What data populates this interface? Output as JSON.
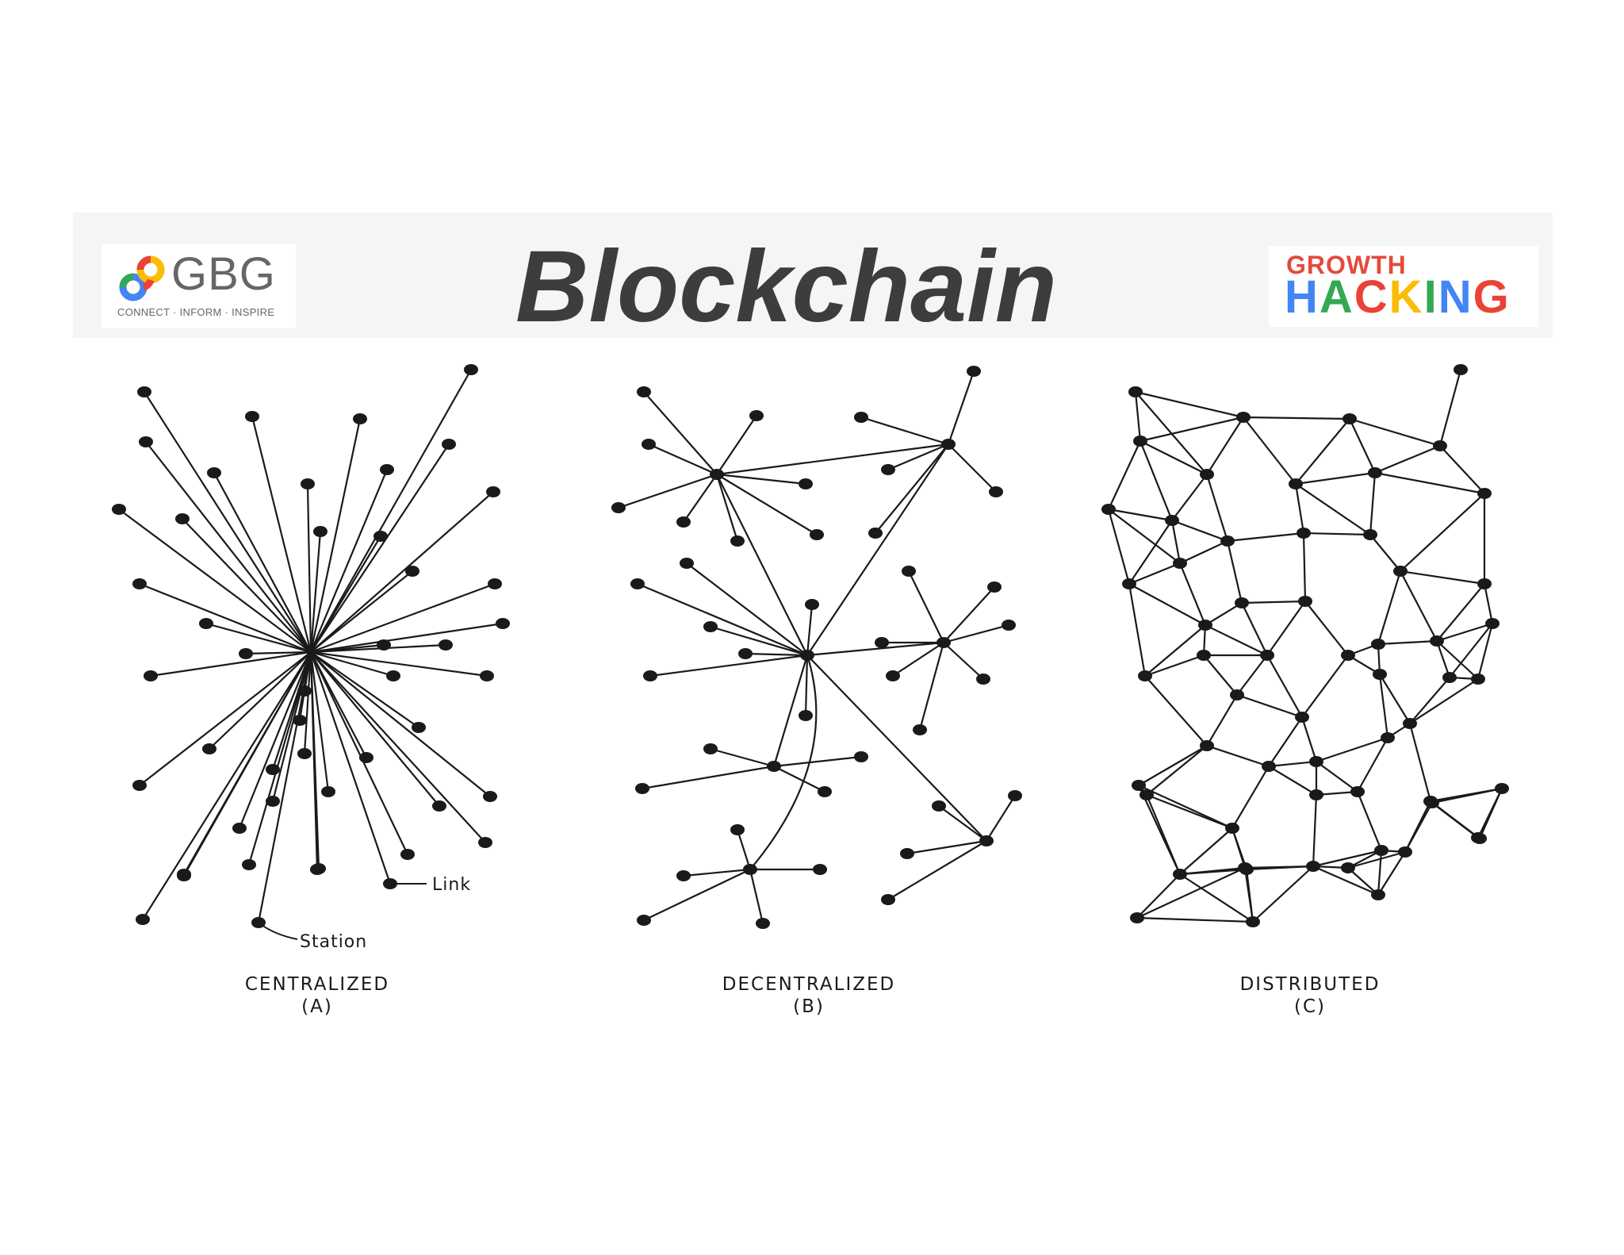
{
  "title": "Blockchain",
  "logos": {
    "gbg": {
      "name": "GBG",
      "tagline": "CONNECT  ·  INFORM  ·  INSPIRE",
      "colors": [
        "#34a853",
        "#ea4335",
        "#fbbc05",
        "#4285f4"
      ]
    },
    "growth_hacking": {
      "line1": "GROWTH",
      "line2": "HACKING",
      "line2_colors": [
        "#4285f4",
        "#34a853",
        "#ea4335",
        "#fbbc05",
        "#34a853",
        "#4285f4",
        "#ea4335"
      ]
    }
  },
  "diagrams": [
    {
      "caption": "CENTRALIZED",
      "label": "(A)"
    },
    {
      "caption": "DECENTRALIZED",
      "label": "(B)"
    },
    {
      "caption": "DISTRIBUTED",
      "label": "(C)"
    }
  ],
  "annotations": {
    "link": "Link",
    "station": "Station"
  },
  "colors": {
    "title": "#3d3d3e",
    "ink": "#1a1a1a",
    "header_band": "#f6f5f6"
  }
}
